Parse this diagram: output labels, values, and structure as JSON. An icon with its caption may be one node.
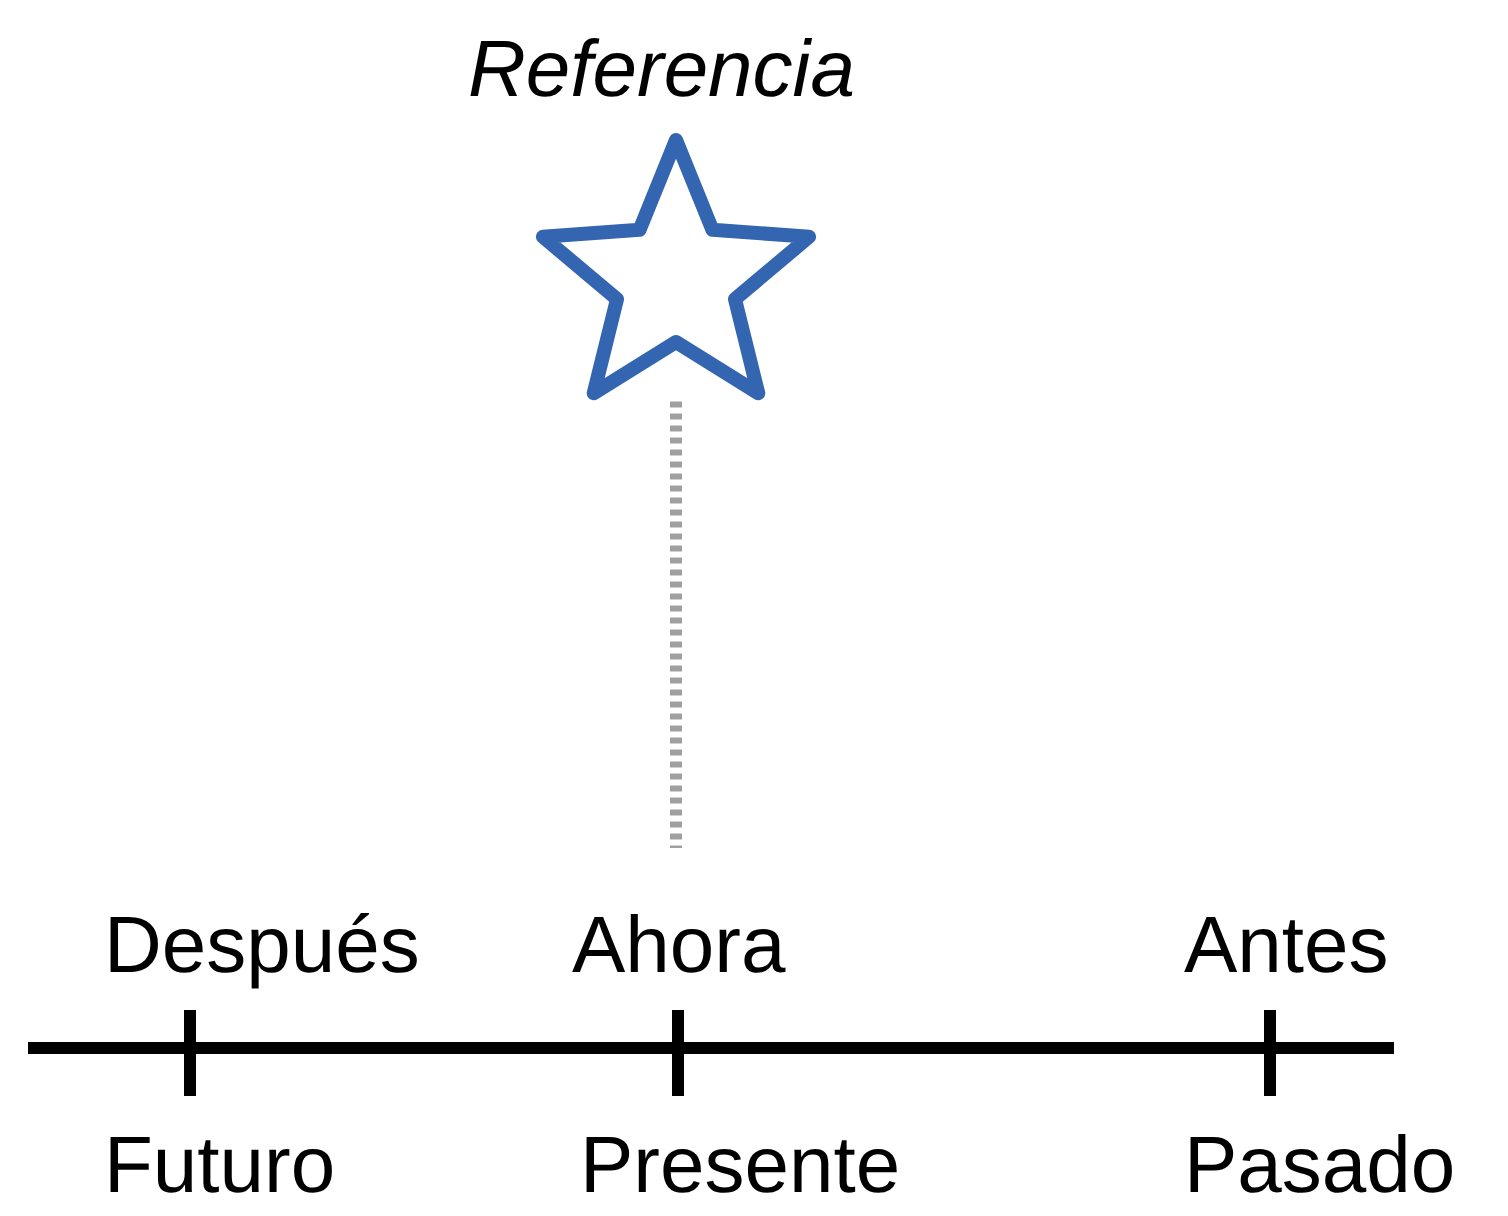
{
  "diagram": {
    "nodes": [
      {
        "text": [],
        "shape": "star",
        "beside": [
          "Referencia"
        ]
      },
      {
        "text": [
          "Ahora"
        ]
      }
    ],
    "edges": [
      {
        "from": 0,
        "to": 1,
        "arrow": "none",
        "style": "dashed",
        "color": "#a0a0a0"
      }
    ],
    "labels": [
      "Después",
      "Antes",
      "Futuro",
      "Presente",
      "Pasado"
    ]
  }
}
